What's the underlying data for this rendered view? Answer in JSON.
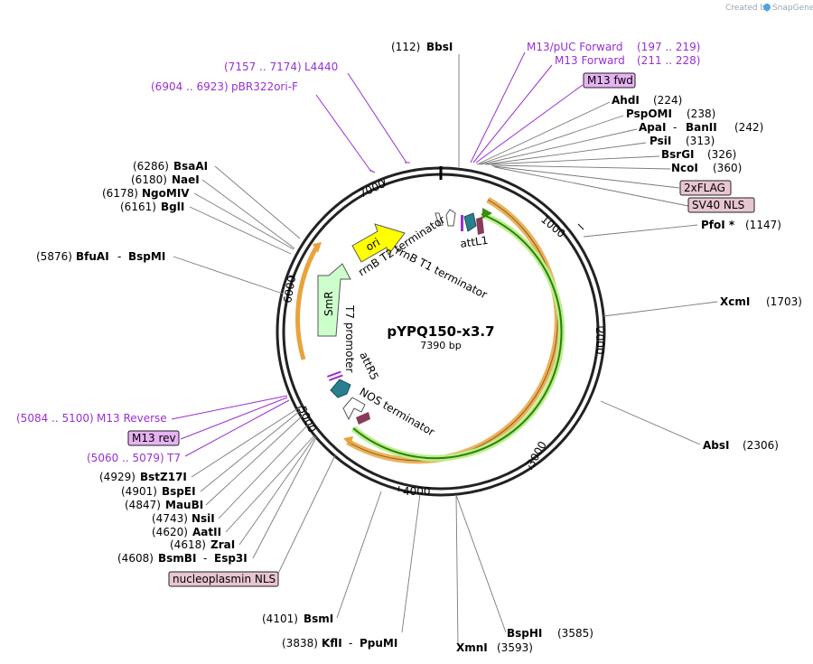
{
  "credit": {
    "created_by": "Created by",
    "brand": "SnapGene"
  },
  "plasmid": {
    "name": "pYPQ150-x3.7",
    "length": "7390 bp"
  },
  "ticks": [
    "1000",
    "2000",
    "3000",
    "4000",
    "5000",
    "6000",
    "7000"
  ],
  "enzymes": {
    "bbsi": {
      "pos": "(112)",
      "name": "BbsI"
    },
    "ahdi": {
      "pos": "(224)",
      "name": "AhdI"
    },
    "pspomi": {
      "pos": "(238)",
      "name": "PspOMI"
    },
    "apai": {
      "name": "ApaI",
      "name2": "BanII",
      "pos": "(242)"
    },
    "psii": {
      "pos": "(313)",
      "name": "PsiI"
    },
    "bsrgi": {
      "pos": "(326)",
      "name": "BsrGI"
    },
    "ncoi": {
      "pos": "(360)",
      "name": "NcoI"
    },
    "pfoi": {
      "pos": "(1147)",
      "name": "PfoI *"
    },
    "xcmi": {
      "pos": "(1703)",
      "name": "XcmI"
    },
    "absi": {
      "pos": "(2306)",
      "name": "AbsI"
    },
    "bsphi": {
      "pos": "(3585)",
      "name": "BspHI"
    },
    "xmni": {
      "pos": "(3593)",
      "name": "XmnI"
    },
    "kfli": {
      "pos": "(3838)",
      "name": "KflI",
      "name2": "PpuMI"
    },
    "bsmi": {
      "pos": "(4101)",
      "name": "BsmI"
    },
    "bsmbi": {
      "pos": "(4608)",
      "name": "BsmBI",
      "name2": "Esp3I"
    },
    "zrai": {
      "pos": "(4618)",
      "name": "ZraI"
    },
    "aatii": {
      "pos": "(4620)",
      "name": "AatII"
    },
    "nsii": {
      "pos": "(4743)",
      "name": "NsiI"
    },
    "maubi": {
      "pos": "(4847)",
      "name": "MauBI"
    },
    "bspei": {
      "pos": "(4901)",
      "name": "BspEI"
    },
    "bstz17i": {
      "pos": "(4929)",
      "name": "BstZ17I"
    },
    "bfuai": {
      "pos": "(5876)",
      "name": "BfuAI",
      "name2": "BspMI"
    },
    "bgli": {
      "pos": "(6161)",
      "name": "BglI"
    },
    "ngomiv": {
      "pos": "(6178)",
      "name": "NgoMIV"
    },
    "naei": {
      "pos": "(6180)",
      "name": "NaeI"
    },
    "bsaai": {
      "pos": "(6286)",
      "name": "BsaAI"
    }
  },
  "primers": {
    "m13puc": {
      "range": "(197 .. 219)",
      "name": "M13/pUC Forward"
    },
    "m13fwd": {
      "range": "(211 .. 228)",
      "name": "M13 Forward"
    },
    "l4440": {
      "range": "(7157 .. 7174)",
      "name": "L4440"
    },
    "pbr322": {
      "range": "(6904 .. 6923)",
      "name": "pBR322ori-F"
    },
    "m13rev_range": {
      "range": "(5084 .. 5100)",
      "name": "M13 Reverse"
    },
    "t7": {
      "range": "(5060 .. 5079)",
      "name": "T7"
    }
  },
  "boxed": {
    "m13fwd": "M13 fwd",
    "flag": "2xFLAG",
    "sv40": "SV40 NLS",
    "m13rev": "M13 rev",
    "nucleoplasmin": "nucleoplasmin NLS"
  },
  "features": {
    "ori": "ori",
    "smr": "SmR",
    "rrnb_t2": "rrnB T2 terminator",
    "rrnb_t1": "rrnB T1 terminator",
    "attl1": "attL1",
    "t7prom": "T7 promoter",
    "attr5": "attR5",
    "nos": "NOS terminator"
  },
  "colors": {
    "primer": "#9a2fd3",
    "ori": "#ffff00",
    "smr": "#ccffcc",
    "cds_green": "#2e7d0f",
    "cds_orange": "#e8a33d",
    "att_teal": "#2a7f8f",
    "box_pink": "#e8c5d2",
    "box_purple": "#e6b3f2"
  }
}
